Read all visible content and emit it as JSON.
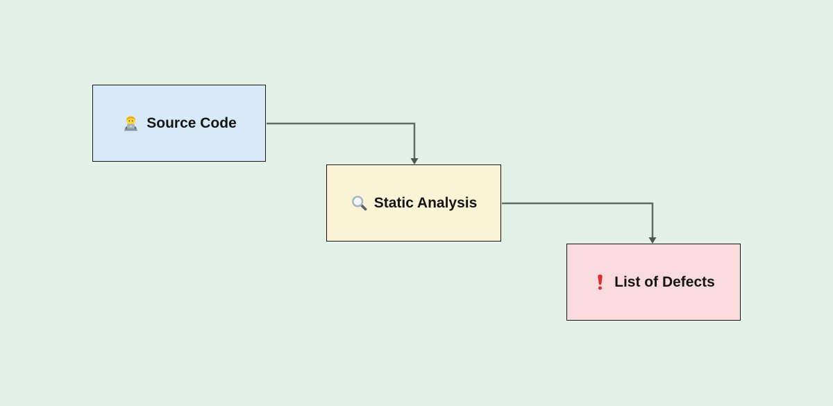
{
  "canvas": {
    "background_color": "#e3f1e9",
    "connector_color": "#5d6b61",
    "node_border_color": "#151515"
  },
  "diagram": {
    "nodes": [
      {
        "id": "source-code",
        "label": "Source Code",
        "icon": "technologist-emoji",
        "icon_unicode": "🧑‍💻",
        "fill": "#d8eaf7"
      },
      {
        "id": "static-analysis",
        "label": "Static Analysis",
        "icon": "magnifying-glass-icon",
        "icon_unicode": "🔍",
        "fill": "#fbf3d6"
      },
      {
        "id": "list-of-defects",
        "label": "List of Defects",
        "icon": "red-exclamation-icon",
        "icon_unicode": "❗",
        "fill": "#f9dbde"
      }
    ],
    "edges": [
      {
        "from": "source-code",
        "to": "static-analysis"
      },
      {
        "from": "static-analysis",
        "to": "list-of-defects"
      }
    ]
  }
}
